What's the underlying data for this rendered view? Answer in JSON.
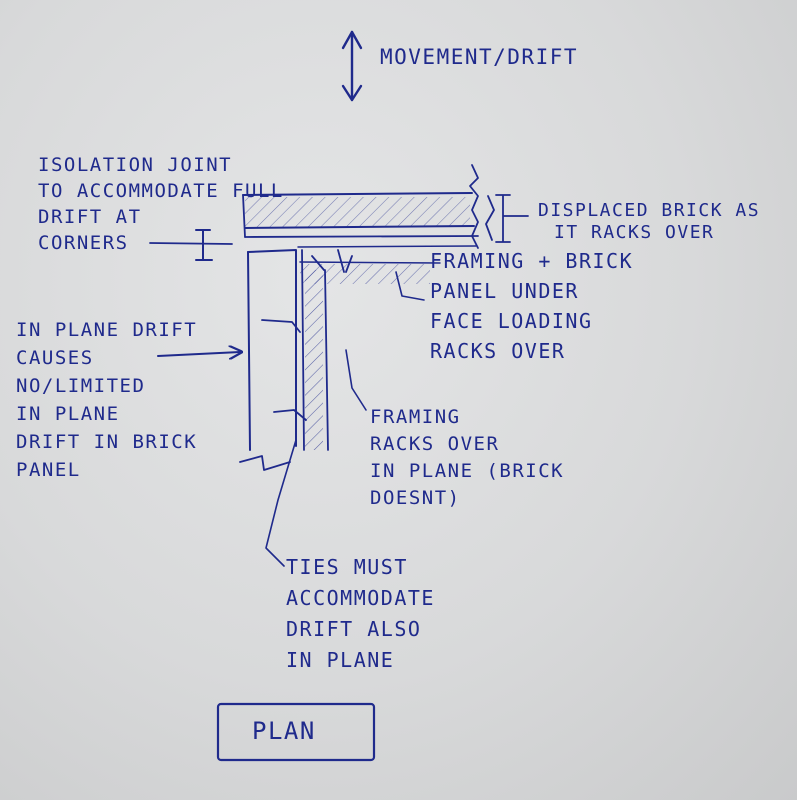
{
  "sketch": {
    "ink_color": "#1f2a8c",
    "paper_color": "#d9dadb",
    "labels": {
      "movement": [
        "MOVEMENT/DRIFT"
      ],
      "isolation_joint": [
        "ISOLATION JOINT",
        "TO ACCOMMODATE FULL",
        "DRIFT AT",
        "CORNERS"
      ],
      "displaced_brick": [
        "DISPLACED BRICK AS",
        "IT RACKS OVER"
      ],
      "framing_brick_panel": [
        "FRAMING + BRICK",
        "PANEL UNDER",
        "FACE LOADING",
        "RACKS OVER"
      ],
      "in_plane_drift": [
        "IN PLANE DRIFT",
        "CAUSES",
        "NO/LIMITED",
        "IN PLANE",
        "DRIFT IN BRICK",
        "PANEL"
      ],
      "framing_racks": [
        "FRAMING",
        "RACKS OVER",
        "IN PLANE (BRICK",
        "DOESNT)"
      ],
      "ties": [
        "TIES MUST",
        "ACCOMMODATE",
        "DRIFT ALSO",
        "IN PLANE"
      ],
      "plan": [
        "PLAN"
      ]
    }
  }
}
